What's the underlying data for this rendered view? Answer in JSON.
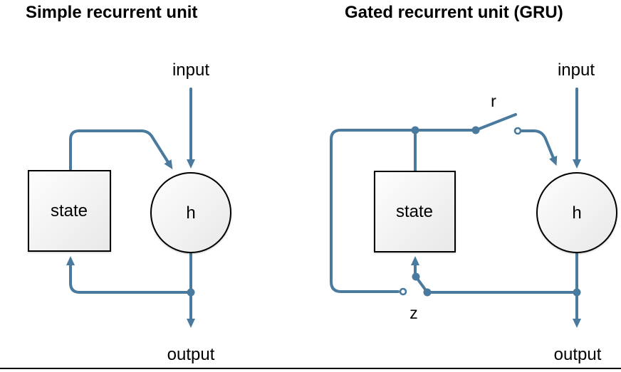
{
  "colors": {
    "wire": "#4a7a9d",
    "node_border": "#000000",
    "text": "#000000",
    "bottom_rule": "#000000"
  },
  "left_diagram": {
    "title": "Simple recurrent unit",
    "input_label": "input",
    "state_label": "state",
    "unit_label": "h",
    "output_label": "output"
  },
  "right_diagram": {
    "title": "Gated recurrent unit (GRU)",
    "input_label": "input",
    "state_label": "state",
    "unit_label": "h",
    "output_label": "output",
    "reset_gate_label": "r",
    "update_gate_label": "z"
  }
}
